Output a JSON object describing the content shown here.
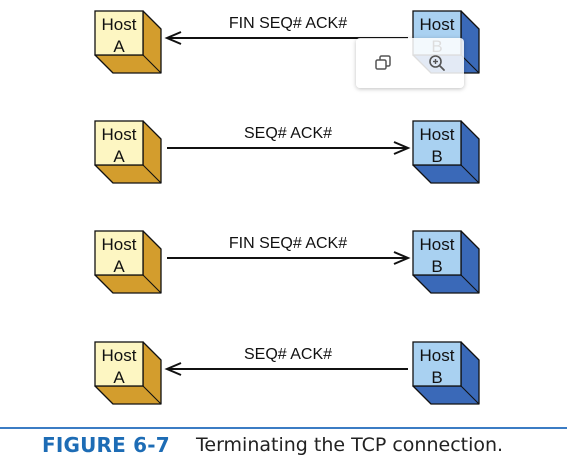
{
  "rows": [
    {
      "left_host": [
        "Host",
        "A"
      ],
      "right_host": [
        "Host",
        "B"
      ],
      "message": "FIN SEQ# ACK#",
      "direction": "to-left"
    },
    {
      "left_host": [
        "Host",
        "A"
      ],
      "right_host": [
        "Host",
        "B"
      ],
      "message": "SEQ# ACK#",
      "direction": "to-right"
    },
    {
      "left_host": [
        "Host",
        "A"
      ],
      "right_host": [
        "Host",
        "B"
      ],
      "message": "FIN SEQ# ACK#",
      "direction": "to-right"
    },
    {
      "left_host": [
        "Host",
        "A"
      ],
      "right_host": [
        "Host",
        "B"
      ],
      "message": "SEQ# ACK#",
      "direction": "to-left"
    }
  ],
  "colors": {
    "host_a_face": "#fdf6c2",
    "host_a_side": "#d39d2d",
    "host_b_face": "#a9d1f1",
    "host_b_side": "#3a69b8",
    "outline": "#111111",
    "caption_accent": "#1d6cb5"
  },
  "toolbar": {
    "icons": [
      "copy-icon",
      "zoom-in-icon"
    ]
  },
  "caption": {
    "label": "FIGURE 6-7",
    "text": "Terminating the TCP connection."
  }
}
